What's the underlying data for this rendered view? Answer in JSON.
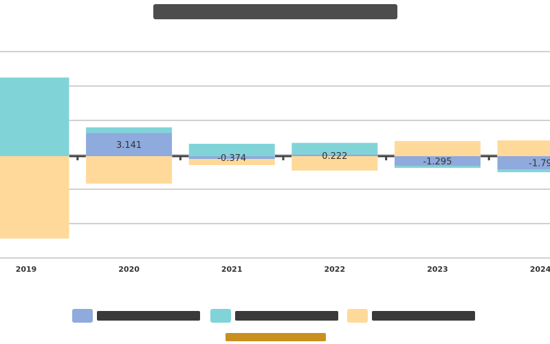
{
  "chart_data": {
    "type": "bar",
    "stacked": true,
    "title": "",
    "categories": [
      "2019",
      "2020",
      "2021",
      "2022",
      "2023",
      "2024"
    ],
    "series": [
      {
        "name": "",
        "color": "#8faadc",
        "values": [
          0.0,
          3.141,
          -0.374,
          0.222,
          -1.295,
          -1.79
        ]
      },
      {
        "name": "",
        "color": "#80d4d8",
        "values": [
          10.6,
          0.74,
          1.67,
          1.57,
          -0.28,
          -0.37
        ]
      },
      {
        "name": "",
        "color": "#ffd99a",
        "values": [
          -11.1,
          -3.7,
          -0.83,
          -1.94,
          2.04,
          2.13
        ]
      }
    ],
    "data_labels": [
      "",
      "3.141",
      "-0.374",
      "0.222",
      "-1.295",
      "-1.79"
    ],
    "ylim": [
      -14.0,
      14.0
    ],
    "grid": true,
    "legend_position": "bottom",
    "source": ""
  }
}
